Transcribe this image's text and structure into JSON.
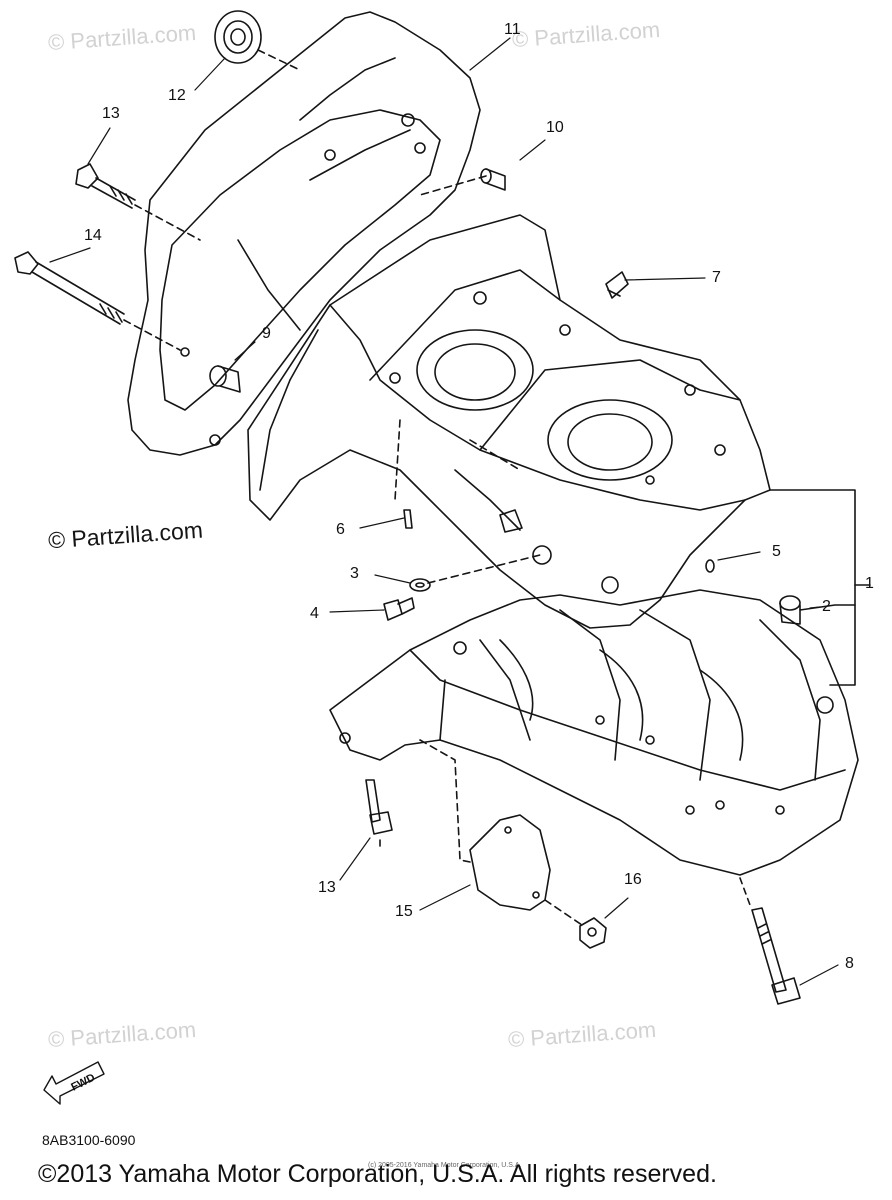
{
  "watermarks": {
    "top_left": "© Partzilla.com",
    "top_right": "© Partzilla.com",
    "middle_left": "© Partzilla.com",
    "bottom_left": "© Partzilla.com",
    "bottom_right": "© Partzilla.com"
  },
  "callouts": {
    "c1": "1",
    "c2": "2",
    "c3": "3",
    "c4": "4",
    "c5": "5",
    "c6": "6",
    "c7": "7",
    "c8": "8",
    "c9": "9",
    "c10": "10",
    "c11": "11",
    "c12": "12",
    "c13a": "13",
    "c13b": "13",
    "c14": "14",
    "c15": "15",
    "c16": "16"
  },
  "fwd_label": "FWD",
  "part_code": "8AB3100-6090",
  "copyright": "©2013 Yamaha Motor Corporation, U.S.A. All rights reserved.",
  "copyright_small": "(c) 2005-2016 Yamaha Motor Corporation, U.S.A."
}
